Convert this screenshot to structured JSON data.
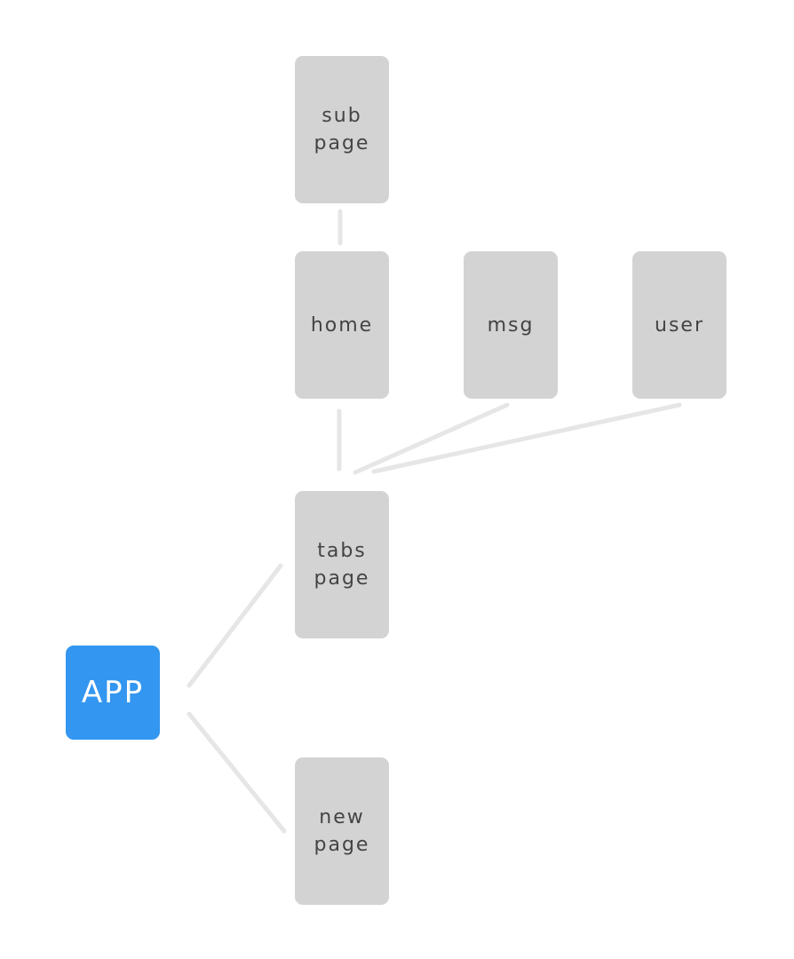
{
  "colors": {
    "app_node": "#3396f0",
    "page_node": "#d3d3d3",
    "page_text": "#444444",
    "app_text": "#ffffff",
    "connector": "#e6e6e6"
  },
  "nodes": {
    "app": {
      "label": "APP"
    },
    "tabs_page": {
      "label": "tabs\npage"
    },
    "new_page": {
      "label": "new\npage"
    },
    "home": {
      "label": "home"
    },
    "msg": {
      "label": "msg"
    },
    "user": {
      "label": "user"
    },
    "sub_page": {
      "label": "sub\npage"
    }
  },
  "edges": [
    {
      "from": "app",
      "to": "tabs_page"
    },
    {
      "from": "app",
      "to": "new_page"
    },
    {
      "from": "tabs_page",
      "to": "home"
    },
    {
      "from": "tabs_page",
      "to": "msg"
    },
    {
      "from": "tabs_page",
      "to": "user"
    },
    {
      "from": "home",
      "to": "sub_page"
    }
  ]
}
